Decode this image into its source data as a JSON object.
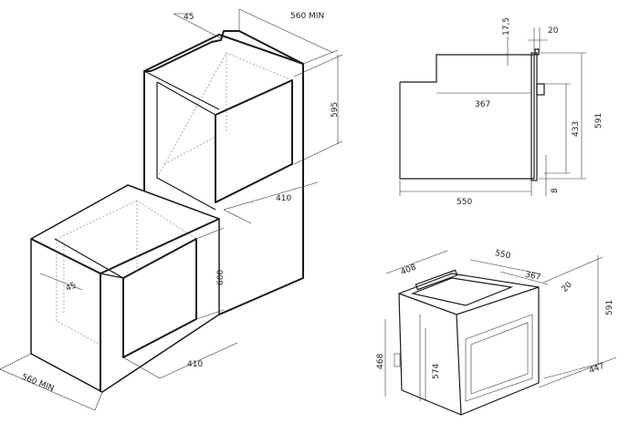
{
  "cabinet_tall": {
    "depth_label": "45",
    "width_label": "560 MIN",
    "height_label": "595",
    "opening_depth_label": "410"
  },
  "cabinet_under": {
    "depth_label": "45",
    "height_label": "600",
    "width_label": "560 MIN",
    "opening_depth_label": "410"
  },
  "side_view": {
    "top_offset_label": "17,5",
    "panel_thickness_label": "20",
    "inner_depth_label": "367",
    "height_label": "591",
    "door_height_label": "433",
    "depth_label": "550",
    "bottom_gap_label": "8"
  },
  "iso_view": {
    "width_label": "408",
    "depth_label": "550",
    "inner_depth_label": "367",
    "panel_label": "20",
    "height_label": "591",
    "side_height_label": "468",
    "inner_height_label": "574",
    "bottom_width_label": "447"
  }
}
